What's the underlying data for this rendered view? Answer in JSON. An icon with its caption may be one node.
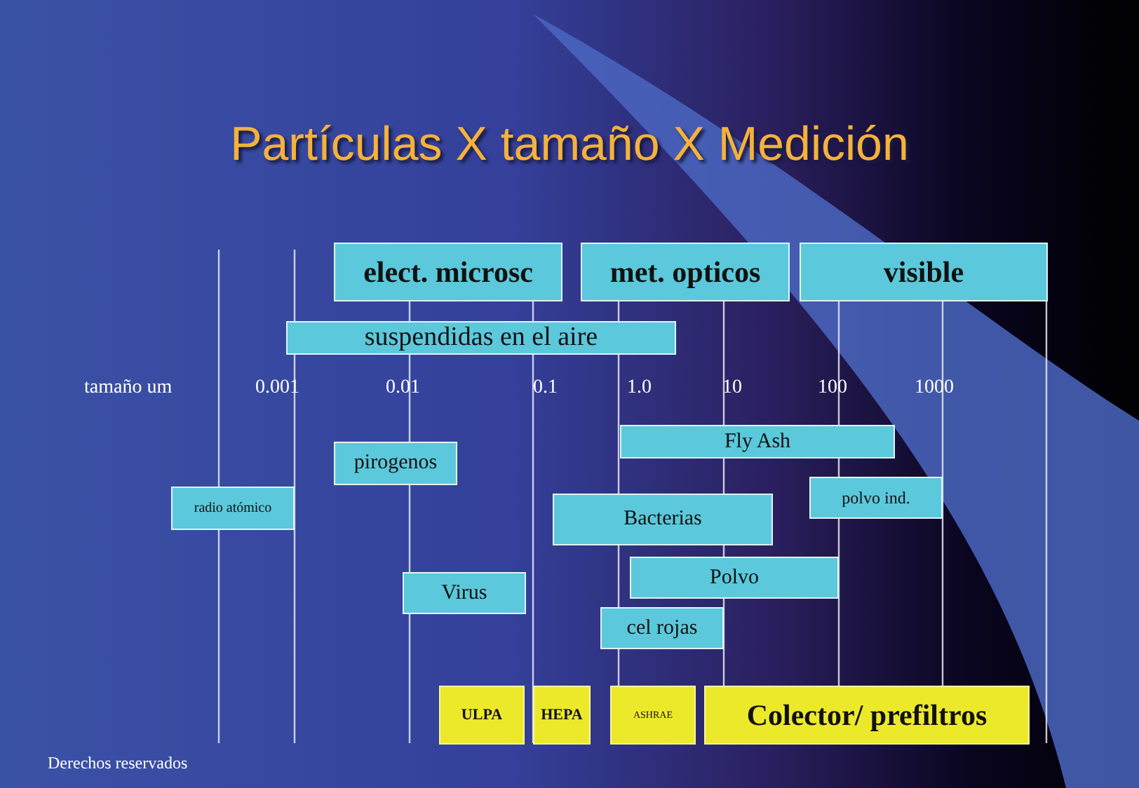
{
  "diagram": {
    "title": "Partículas X tamaño X Medición",
    "nodes": [
      {
        "text": [
          "elect. microsc"
        ]
      },
      {
        "text": [
          "met. opticos"
        ]
      },
      {
        "text": [
          "visible"
        ]
      },
      {
        "text": [
          "suspendidas en el aire"
        ]
      },
      {
        "text": [
          "Fly Ash"
        ]
      },
      {
        "text": [
          "pirogenos"
        ]
      },
      {
        "text": [
          "radio atómico"
        ]
      },
      {
        "text": [
          "polvo ind."
        ]
      },
      {
        "text": [
          "Bacterias"
        ]
      },
      {
        "text": [
          "Polvo"
        ]
      },
      {
        "text": [
          "Virus"
        ]
      },
      {
        "text": [
          "cel rojas"
        ]
      },
      {
        "text": [
          "ULPA"
        ]
      },
      {
        "text": [
          "HEPA"
        ]
      },
      {
        "text": [
          "ASHRAE"
        ]
      },
      {
        "text": [
          "Colector/ prefiltros"
        ]
      }
    ],
    "labels": [
      "tamaño um",
      "0.001",
      "0.01",
      "0.1",
      "1.0",
      "10",
      "100",
      "1000",
      "Derechos reservados"
    ]
  }
}
